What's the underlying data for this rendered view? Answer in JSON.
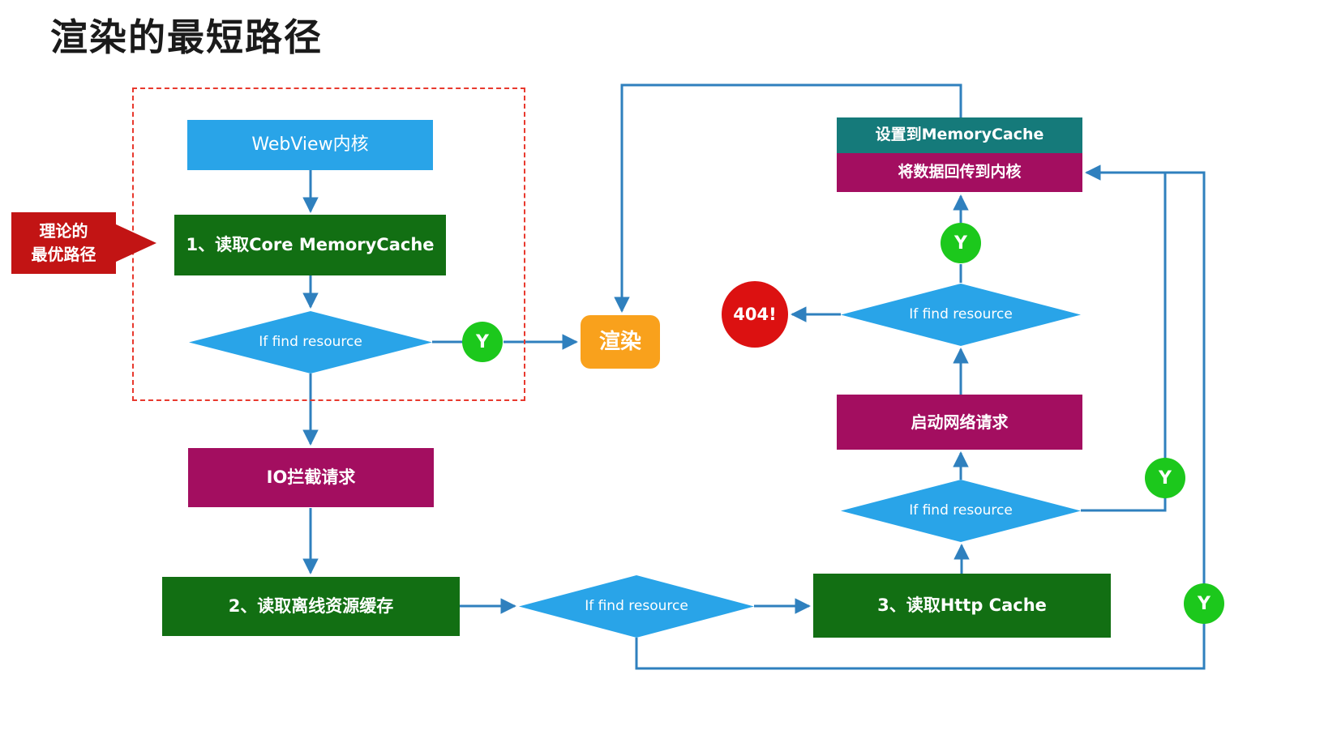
{
  "title": "渲染的最短路径",
  "callout": {
    "line1": "理论的",
    "line2": "最优路径"
  },
  "nodes": {
    "webview_core": "WebView内核",
    "step1": "1、读取Core MemoryCache",
    "decision_top_left": "If find resource",
    "yes_label": "Y",
    "render": "渲染",
    "io_intercept": "IO拦截请求",
    "step2": "2、读取离线资源缓存",
    "decision_bottom": "If find resource",
    "step3": "3、读取Http Cache",
    "decision_lower_right": "If find resource",
    "network_request": "启动网络请求",
    "decision_upper_right": "If find resource",
    "not_found": "404!",
    "set_memory_cache": "设置到MemoryCache",
    "return_to_core": "将数据回传到内核"
  },
  "colors": {
    "node_blue": "#29a4e8",
    "node_green": "#126f13",
    "node_magenta": "#a30e60",
    "node_teal": "#157a7a",
    "node_orange": "#f9a11c",
    "badge_green": "#1cc81c",
    "badge_red": "#dc1111",
    "callout_red": "#c21414",
    "dashed_border_red": "#e8392e",
    "connector_blue": "#2f80be",
    "title_color": "#1a1a1a"
  },
  "edges": [
    {
      "from": "webview_core",
      "to": "step1"
    },
    {
      "from": "step1",
      "to": "decision_top_left"
    },
    {
      "from": "decision_top_left",
      "to": "render",
      "via": "Y"
    },
    {
      "from": "decision_top_left",
      "to": "io_intercept"
    },
    {
      "from": "io_intercept",
      "to": "step2"
    },
    {
      "from": "step2",
      "to": "decision_bottom"
    },
    {
      "from": "decision_bottom",
      "to": "step3"
    },
    {
      "from": "decision_bottom",
      "to": "return_to_core",
      "via": "Y"
    },
    {
      "from": "step3",
      "to": "decision_lower_right"
    },
    {
      "from": "decision_lower_right",
      "to": "network_request"
    },
    {
      "from": "decision_lower_right",
      "to": "return_to_core",
      "via": "Y"
    },
    {
      "from": "network_request",
      "to": "decision_upper_right"
    },
    {
      "from": "decision_upper_right",
      "to": "return_to_core",
      "via": "Y"
    },
    {
      "from": "decision_upper_right",
      "to": "not_found"
    },
    {
      "from": "set_memory_cache",
      "to": "render"
    }
  ]
}
